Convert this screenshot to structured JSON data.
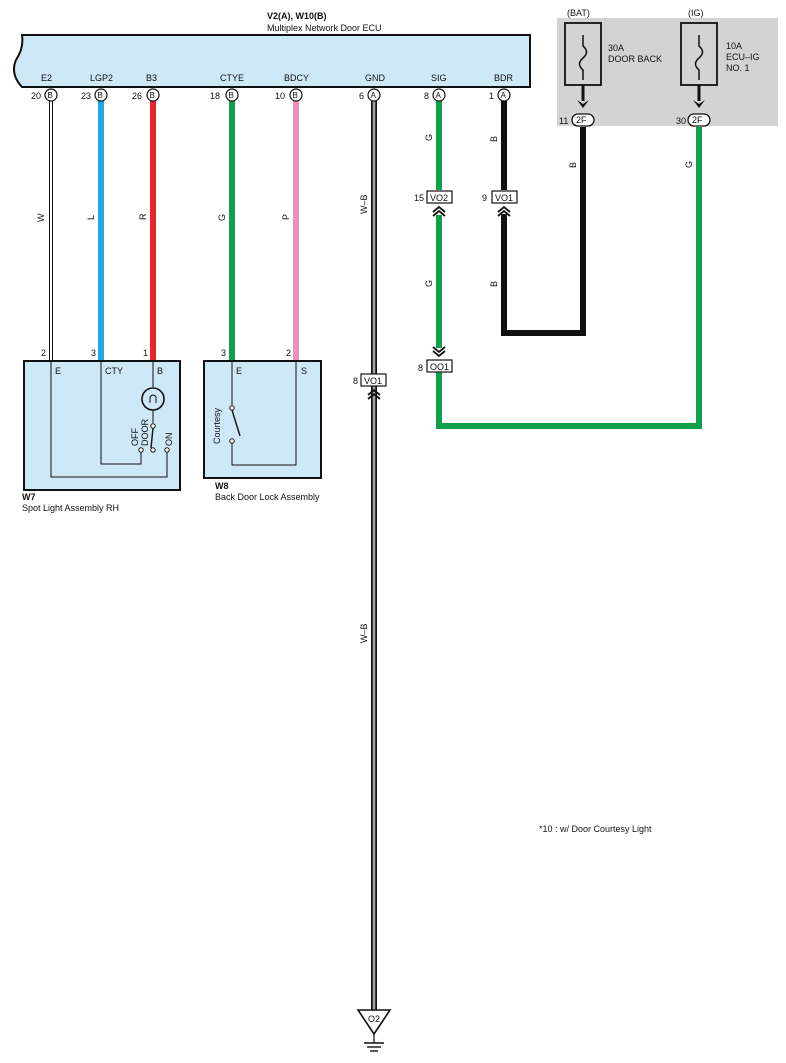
{
  "ecu": {
    "title": "V2(A), W10(B)",
    "name": "Multiplex Network Door ECU",
    "terminals": [
      {
        "name": "E2",
        "pin": "20",
        "conn": "B"
      },
      {
        "name": "LGP2",
        "pin": "23",
        "conn": "B"
      },
      {
        "name": "B3",
        "pin": "26",
        "conn": "B"
      },
      {
        "name": "CTYE",
        "pin": "18",
        "conn": "B"
      },
      {
        "name": "BDCY",
        "pin": "10",
        "conn": "B"
      },
      {
        "name": "GND",
        "pin": "6",
        "conn": "A"
      },
      {
        "name": "SIG",
        "pin": "8",
        "conn": "A"
      },
      {
        "name": "BDR",
        "pin": "1",
        "conn": "A"
      }
    ]
  },
  "fuses": [
    {
      "source": "(BAT)",
      "rating": "30A",
      "label_line1": "DOOR BACK",
      "label_line2": "",
      "pin": "11",
      "conn": "2F"
    },
    {
      "source": "(IG)",
      "rating": "10A",
      "label_line1": "ECU–IG",
      "label_line2": "NO. 1",
      "pin": "30",
      "conn": "2F"
    }
  ],
  "wire_colors": {
    "e2": "W",
    "lgp2": "L",
    "b3": "R",
    "ctye": "G",
    "bdcy": "P",
    "gnd_upper": "W–B",
    "gnd_lower": "W–B",
    "sig_upper": "G",
    "sig_lower": "G",
    "bdr_upper": "B",
    "bdr_lower": "B",
    "bat_fuse": "B",
    "ig_fuse": "G"
  },
  "connectors": {
    "vo2": {
      "pin": "15",
      "name": "VO2"
    },
    "vo1_bdr": {
      "pin": "9",
      "name": "VO1"
    },
    "oo1": {
      "pin": "8",
      "name": "OO1"
    },
    "vo1_gnd": {
      "pin": "8",
      "name": "VO1"
    }
  },
  "w7": {
    "code": "W7",
    "name": "Spot Light Assembly RH",
    "pins": [
      "2",
      "3",
      "1"
    ],
    "terms": [
      "E",
      "CTY",
      "B"
    ],
    "switch_positions": [
      "OFF",
      "DOOR",
      "ON"
    ]
  },
  "w8": {
    "code": "W8",
    "name": "Back Door Lock Assembly",
    "pins": [
      "3",
      "2"
    ],
    "terms": [
      "E",
      "S"
    ],
    "switch_label": "Courtesy"
  },
  "ground": {
    "label": "O2"
  },
  "footnote": "*10 : w/ Door Courtesy Light",
  "colors": {
    "ecu_fill": "#cde8f6",
    "fuse_box": "#d3d3d3",
    "blue": "#1ea9e6",
    "red": "#e8262d",
    "green": "#0ea04b",
    "pink": "#f08fbc",
    "black": "#111111"
  }
}
